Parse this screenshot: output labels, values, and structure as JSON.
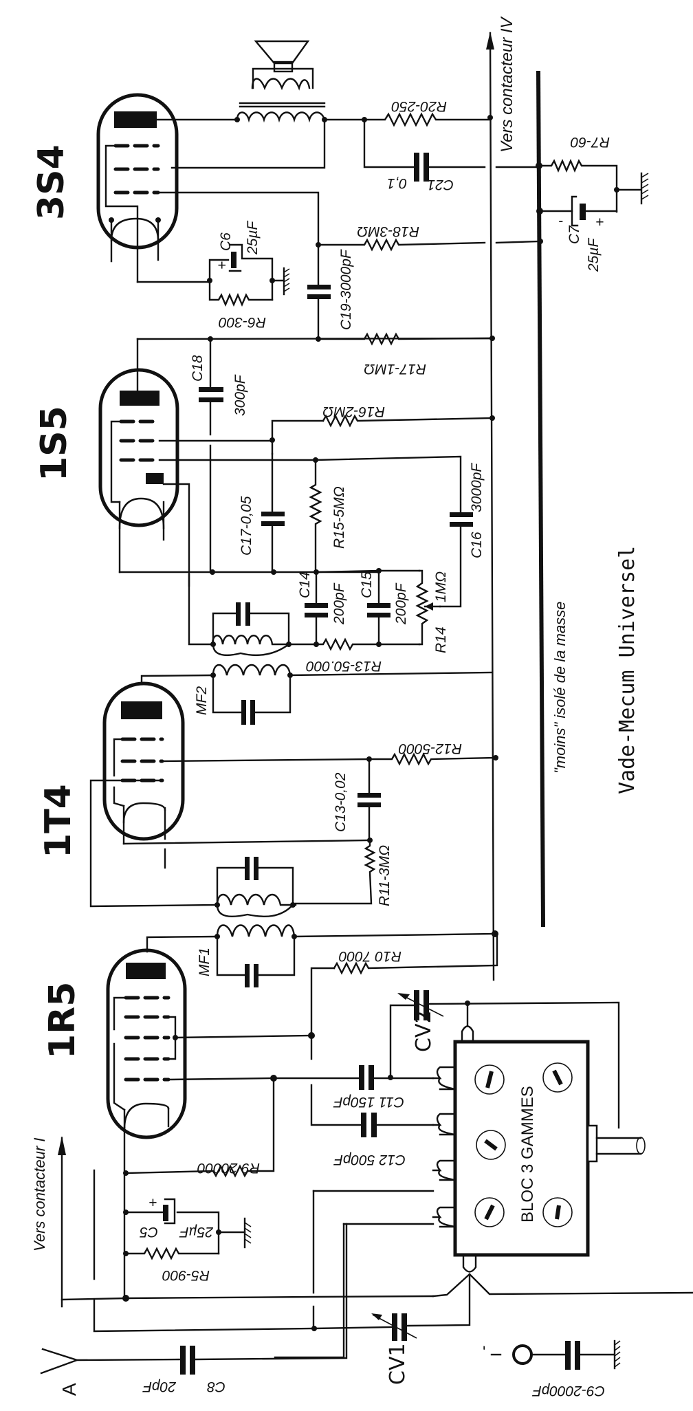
{
  "title": "Vade-Mecum Universel",
  "annotation_masse": "\"moins\" isolé de la masse",
  "arrow_top": "Vers contacteur IV",
  "arrow_bottom": "Vers contacteur I",
  "antenna_label": "A",
  "block_label": "BLOC 3 GAMMES",
  "tubes": [
    {
      "id": "3S4",
      "label": "3S4"
    },
    {
      "id": "1S5",
      "label": "1S5"
    },
    {
      "id": "1T4",
      "label": "1T4"
    },
    {
      "id": "1R5",
      "label": "1R5"
    }
  ],
  "transformers": {
    "mf1": "MF1",
    "mf2": "MF2"
  },
  "variable_caps": {
    "cv1": "CV1",
    "cv2": "CV2"
  },
  "components": {
    "r20": "R20-250",
    "c21_name": "C21",
    "c21_value": "0,1",
    "r7": "R7-60",
    "c7_name": "C7",
    "c7_value": "25µF",
    "r18": "R18-3MΩ",
    "c6_name": "C6",
    "c6_value": "25µF",
    "r6": "R6-300",
    "c19": "C19-3000pF",
    "r17": "R17-1MΩ",
    "c18_name": "C18",
    "c18_value": "300pF",
    "r16": "R16-2MΩ",
    "c17": "C17-0,05",
    "r15": "R15-5MΩ",
    "c16_name": "C16",
    "c16_value": "3000pF",
    "c14_name": "C14",
    "c14_value": "200pF",
    "c15_name": "C15",
    "c15_value": "200pF",
    "r14_name": "R14",
    "r14_value": "1MΩ",
    "r13": "R13-50.000",
    "r12": "R12-5000",
    "c13": "C13-0,02",
    "r11": "R11-3MΩ",
    "r10": "R10 7000",
    "c11": "C11 150pF",
    "c12": "C12 500pF",
    "r9": "R9 20000",
    "c5_name": "C5",
    "c5_value": "25µF",
    "r5": "R5-900",
    "c8_name": "C8",
    "c8_value": "20pF",
    "c9": "C9-2000pF"
  },
  "polarity": {
    "plus": "+",
    "minus": "-",
    "minus_terminal": "-"
  }
}
